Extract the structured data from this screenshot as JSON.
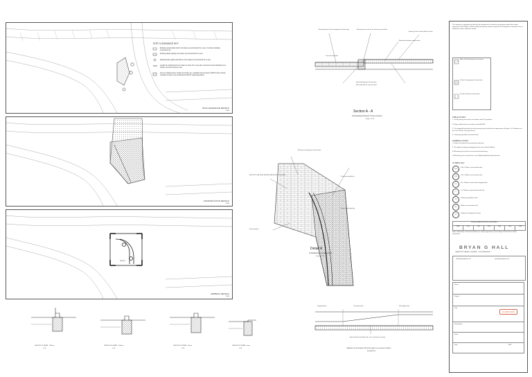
{
  "plan_site_clearance": {
    "title": "SITE CLEARANCE DETAILS",
    "scale": "1:250",
    "legend_heading": "SITE CLEARANCE KEY",
    "legend": [
      "Existing conservation kerb to be taken up and stored for re-use. Concrete backing removed to tip.",
      "Existing tactile paving to be taken up and stored for re-use.",
      "Existing bolts, gullys and frames to be taken up and stored for re-use.",
      "Length of existing kerb to be taken to store for re-use plus concrete bed and backing to be broken out and removed to tip.",
      "Area of existing stone setts/to be broken up, carefully and removed to BVCC store off site. Location of store to be confirmed by BVCC inspecting officer."
    ]
  },
  "plan_construction": {
    "title": "CONSTRUCTION DETAILS",
    "scale": "1:250"
  },
  "plan_kerbing": {
    "title": "KERBING DETAILS",
    "scale": "1:250",
    "north_label": "NORTH"
  },
  "section": {
    "title": "Section A - A",
    "subtitle": "At Footway/Crossover Cross-cut Area",
    "scale": "Scale = 1:10",
    "callouts": [
      "Existing Stone Sett Carriageway Construction",
      "Existing stone setts to be taken up and relaid",
      "Existing Tactile Paved Kerb to Drain",
      "Blockwork footway construction",
      "Concrete kerb bed",
      "Existing Footway Construction",
      "New kerb laid on concrete bed"
    ]
  },
  "detail_a": {
    "title": "Detail A",
    "subtitle": "At Pedestrian Crossing Point",
    "scale": "Scale = 1:25",
    "callouts": [
      "Existing Carriageway Construction",
      "DEPTH TO BE FLAT PROFILE ACROSS CROSSING",
      "Tactile paving blister",
      "Kerb upstand",
      "Existing carriageway"
    ]
  },
  "kerb_details": [
    {
      "title": "LENGTH OF KERB - 125mm",
      "scale": "1:10"
    },
    {
      "title": "LENGTH OF KERB - 100mm",
      "scale": "1:10"
    },
    {
      "title": "LENGTH OF KERB - 50mm",
      "scale": "1:10"
    },
    {
      "title": "LENGTH OF KERB - 0mm",
      "scale": "1:10"
    }
  ],
  "transition": {
    "title": "TRANSITION BETWEEN DROPPED AND FULL HEIGHT KERBS",
    "subtitle": "ELEVATION",
    "note": "End of kerb to be lifted and cut to suit (Drain section)",
    "labels": [
      "Dropped kerb",
      "Transition kerb",
      "Full height kerb"
    ]
  },
  "notes": {
    "top_text": "This drawing is copyright and shall not be reproduced nor used for any purpose without the written permission of the Bryan G Hall Ltd. Any discrepancy must be reported to the Engineer. Dimensions are in millimetres unless otherwise stated.",
    "key_items": [
      "Block Paved Footway Construction",
      "Private Carriageway Construction",
      "Private Footway Construction"
    ],
    "table_notes_heading": "TABLE NOTES",
    "table_notes": [
      "1. Tactile paving to be laid in accordance with DfT guidance.",
      "2. Flags shall be laid in accordance with BS7533.",
      "3. The dropped kerb detail for tactile paving shown reflects the requirements of Figure 1 of 'Guidance on the use of Tactile Paving Surfaces'.",
      "4. Tactile paving slabs to be buff colour."
    ],
    "kerbing_heading": "KERBING NOTES",
    "kerbing_notes": [
      "1. Kerbs to be laid to the existing line and level.",
      "2. The edge of existing carriageway to be saw cut back 300mm.",
      "3. All kerbing to be laid on concrete bed and backing.",
      "4. All kerbing to be carried out to Local Highway Authority Specification."
    ],
    "symbol_heading": "SYMBOL KEY",
    "symbols": [
      {
        "code": "100",
        "text": "100 x 150mm conservation kerb"
      },
      {
        "code": "125",
        "text": "125 x 150mm conservation kerb"
      },
      {
        "code": "50",
        "text": "50 x 150mm conservation dropped kerb"
      },
      {
        "code": "0",
        "text": "0 x 150mm conservation flush kerb"
      },
      {
        "code": "TP",
        "text": "Tactile paving blister slab"
      },
      {
        "code": "RC",
        "text": "Radius conservation kerb"
      },
      {
        "code": "PC",
        "text": "Pedestrian Dropped Crossing"
      }
    ],
    "table_heading": "PEDESTRIAN DROPPED CROSSING",
    "table_row": [
      "CHW",
      "CH1",
      "CH2",
      "CH3",
      "CH4",
      "CH5",
      "CH6"
    ],
    "footer_text": "Refer to Materials Construction Works (or similar approved). Contact Bryan G Hall Ltd for further information."
  },
  "title_block": {
    "company": "BRYAN G HALL",
    "company_sub": "TRANSPORT PLANNING · HIGHWAYS · CIVIL ENGINEERING",
    "email": "info@bryanghall.co.uk",
    "website": "www.bryanghall.co.uk",
    "fields": [
      "Client",
      "Project",
      "Title",
      "Drawing No",
      "Scale",
      "Date"
    ],
    "stamp": "13 APR 2015",
    "revision_label": "REV"
  },
  "colors": {
    "line": "#555555",
    "hatch": "#888888",
    "stamp": "#d46a4a"
  }
}
